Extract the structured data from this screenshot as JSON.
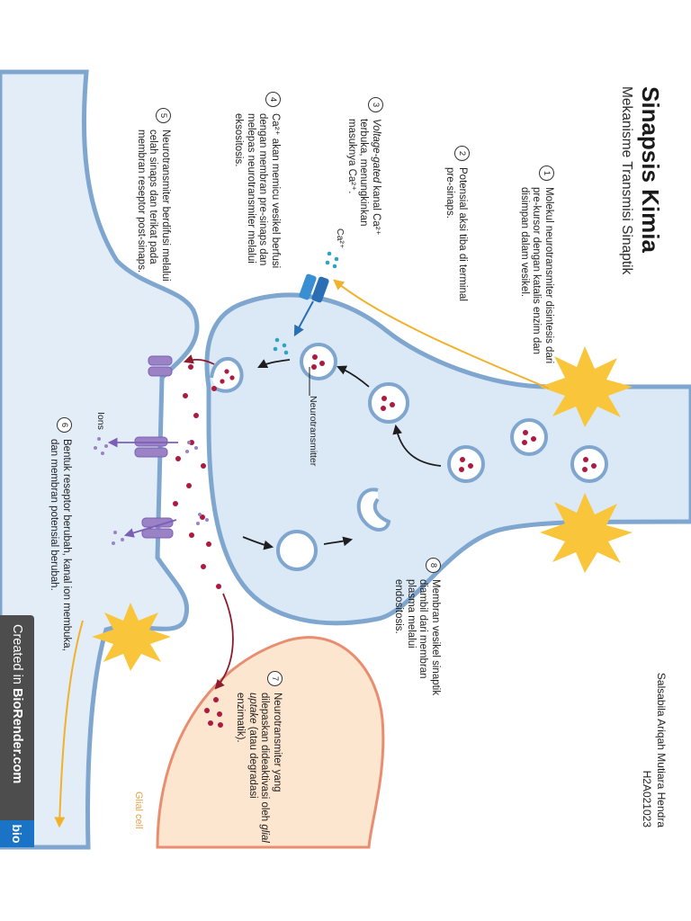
{
  "header": {
    "title": "Sinapsis Kimia",
    "subtitle": "Mekanisme Transmisi Sinaptik",
    "author_name": "Salsabila Ariqah Mutiara Hendra",
    "author_id": "H2A021023"
  },
  "steps": [
    {
      "num": "1",
      "text": "Molekul neurotransmiter disintesis dari pre-kursor dengan katalis enzim dan disimpan dalam vesikel."
    },
    {
      "num": "2",
      "text": "Potensial aksi tiba di terminal pre-sinaps."
    },
    {
      "num": "3",
      "text_italic": "Voltage-gated",
      "text": " kanal Ca²⁺ terbuka, menungkinkan masuknya Ca²⁺."
    },
    {
      "num": "4",
      "text": "Ca²⁺ akan memicu vesikel berfusi dengan membran pre-sinaps dan melepas neurotransmiter melalui eksositosis."
    },
    {
      "num": "5",
      "text": "Neurotransmiter berdifusi melalui celah sinaps dan terikat pada membran reseptor post-sinaps."
    },
    {
      "num": "6",
      "text": "Bentuk reseptor berubah, kanal ion membuka, dan membran potensial berubah."
    },
    {
      "num": "7",
      "text_a": "Neurotransmiter yang dilepaskan dideaktivasi oleh ",
      "text_italic": "glial uptake",
      "text_b": " (atau degradasi enzimatik)."
    },
    {
      "num": "8",
      "text": "Membran vesikel sinaptik diambil dari membran plasma melalui endositosis."
    }
  ],
  "labels": {
    "calcium": "Ca²⁺",
    "neurotransmitter": "Neurotransmitter",
    "ions": "Ions",
    "glial_cell": "Glial cell"
  },
  "badge": {
    "created_in": "Created in ",
    "brand": "BioRender.com",
    "logo": "bio"
  },
  "colors": {
    "membrane": "#7fa6cf",
    "cytoplasm": "#dbe9f7",
    "vesicle_fill": "#ffffff",
    "neurotransmitter": "#b0193f",
    "calcium_ion": "#2fa3c2",
    "ion_channel": "#9a82c4",
    "action_potential": "#f7c331",
    "glial_fill": "#fde6cf",
    "glial_border": "#e98d70"
  }
}
